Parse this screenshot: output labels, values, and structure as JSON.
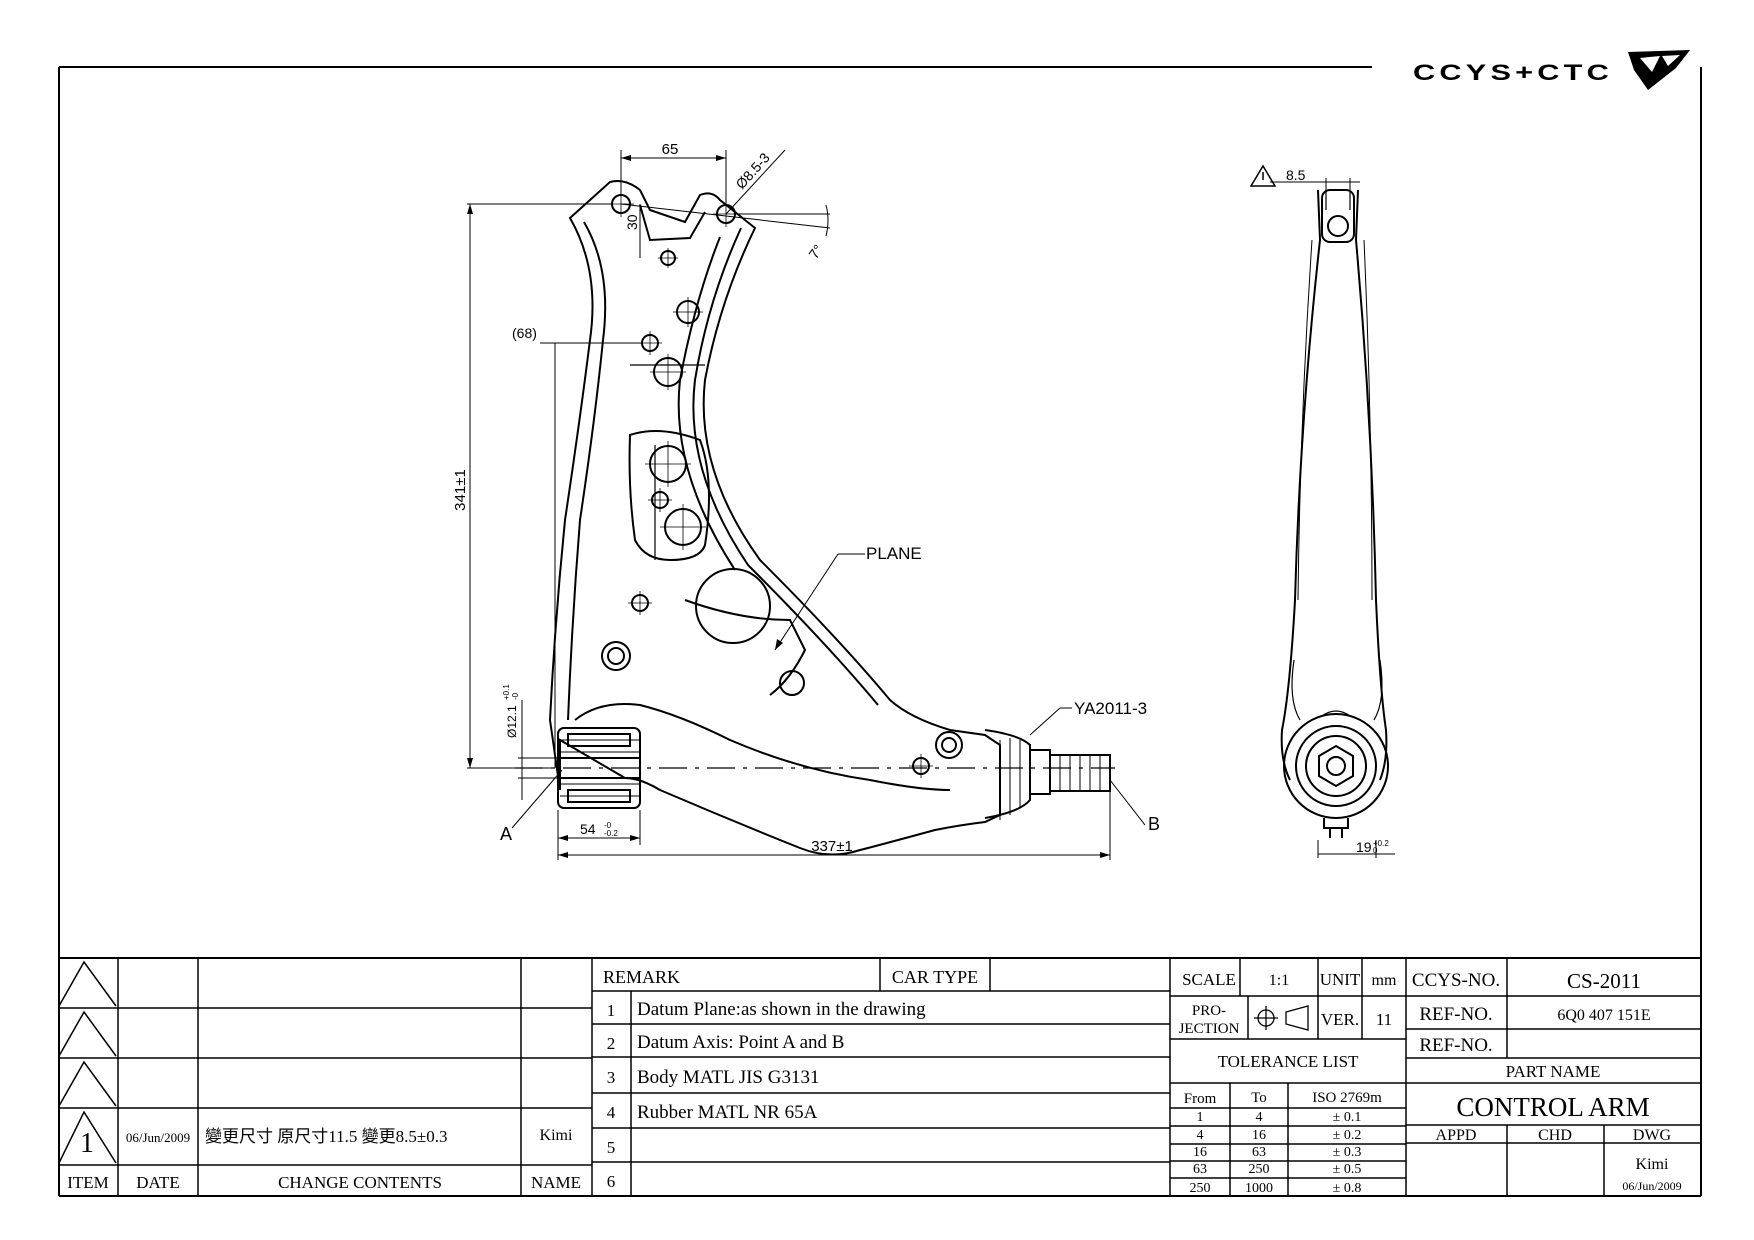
{
  "logo": {
    "text": "CCYS+CTC",
    "icon": "brand-v-logo"
  },
  "drawing": {
    "dims": {
      "d65": "65",
      "hole": "Ø8.5-3",
      "d30": "30",
      "angle": "7°",
      "d68": "(68)",
      "d341": "341±1",
      "bore": "Ø12.1",
      "bore_tol_upper": "+0.1",
      "bore_tol_lower": "-0",
      "d54": "54",
      "d54_tol_upper": "-0",
      "d54_tol_lower": "-0.2",
      "d337": "337±1",
      "d85": "8.5",
      "d19": "19",
      "d19_tol_upper": "+0.2",
      "d19_tol_lower": "0",
      "label_a": "A",
      "label_b": "B",
      "plane": "PLANE",
      "joint": "YA2011-3"
    }
  },
  "revisions": {
    "rows": [
      {
        "item": "",
        "date": "",
        "change": "",
        "name": ""
      },
      {
        "item": "",
        "date": "",
        "change": "",
        "name": ""
      },
      {
        "item": "",
        "date": "",
        "change": "",
        "name": ""
      },
      {
        "item": "1",
        "date": "06/Jun/2009",
        "change": "變更尺寸 原尺寸11.5 變更8.5±0.3",
        "name": "Kimi"
      }
    ],
    "headers": {
      "item": "ITEM",
      "date": "DATE",
      "change": "CHANGE CONTENTS",
      "name": "NAME"
    }
  },
  "remarks": {
    "title": "REMARK",
    "car_type_label": "CAR TYPE",
    "car_type": "",
    "items": [
      {
        "n": "1",
        "text": "Datum Plane:as shown in the drawing"
      },
      {
        "n": "2",
        "text": "Datum Axis: Point A and B"
      },
      {
        "n": "3",
        "text": "Body MATL JIS G3131"
      },
      {
        "n": "4",
        "text": "Rubber MATL NR 65A"
      },
      {
        "n": "5",
        "text": ""
      },
      {
        "n": "6",
        "text": ""
      }
    ]
  },
  "spec": {
    "scale_label": "SCALE",
    "scale": "1:1",
    "unit_label": "UNIT",
    "unit": "mm",
    "projection_label_1": "PRO-",
    "projection_label_2": "JECTION",
    "ver_label": "VER.",
    "ver": "11"
  },
  "tolerance": {
    "title": "TOLERANCE LIST",
    "headers": {
      "from": "From",
      "to": "To",
      "iso": "ISO 2769m"
    },
    "rows": [
      {
        "from": "1",
        "to": "4",
        "tol": "± 0.1"
      },
      {
        "from": "4",
        "to": "16",
        "tol": "± 0.2"
      },
      {
        "from": "16",
        "to": "63",
        "tol": "± 0.3"
      },
      {
        "from": "63",
        "to": "250",
        "tol": "± 0.5"
      },
      {
        "from": "250",
        "to": "1000",
        "tol": "± 0.8"
      }
    ]
  },
  "title_block": {
    "ccys_label": "CCYS-NO.",
    "ccys": "CS-2011",
    "ref_label": "REF-NO.",
    "ref": "6Q0 407 151E",
    "ref2_label": "REF-NO.",
    "ref2": "",
    "part_name_label": "PART NAME",
    "part_name": "CONTROL ARM",
    "appd": "APPD",
    "chd": "CHD",
    "dwg": "DWG",
    "drawn_by": "Kimi",
    "drawn_date": "06/Jun/2009"
  }
}
